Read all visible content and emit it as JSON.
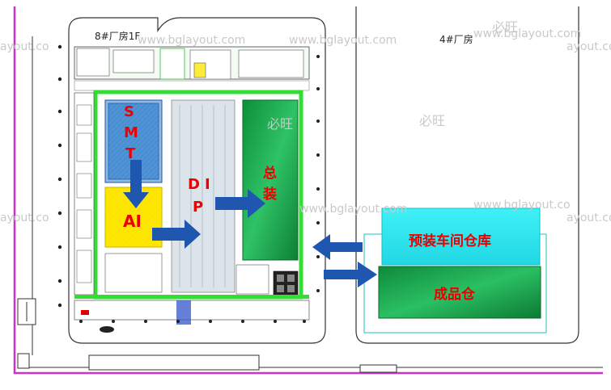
{
  "buildings": {
    "left_title": "8#厂房1F",
    "right_title": "4#厂房"
  },
  "zones": {
    "smt": [
      "S",
      "M",
      "T"
    ],
    "ai": "AI",
    "dip": [
      "D",
      "I",
      "P"
    ],
    "assembly": [
      "总",
      "装"
    ],
    "pre_assembly_warehouse": "预装车间仓库",
    "finished_goods_warehouse": "成品仓"
  },
  "watermarks": {
    "site": "www.bglayout.com",
    "site_short": "www.bglayout.co",
    "site_tail": "ayout.co",
    "site_tail_right": "ayout.co",
    "brand": "必旺"
  },
  "colors": {
    "smt_fill": "#4a8fd1",
    "ai_fill": "#ffe600",
    "assembly_fill": "#1aa24a",
    "pre_assembly_fill": "#33e6ef",
    "finished_fill": "#18a04a",
    "arrow": "#1e56b0",
    "label": "#ee0000",
    "boundary": "#cc33cc",
    "green_strip": "#33dd33"
  }
}
